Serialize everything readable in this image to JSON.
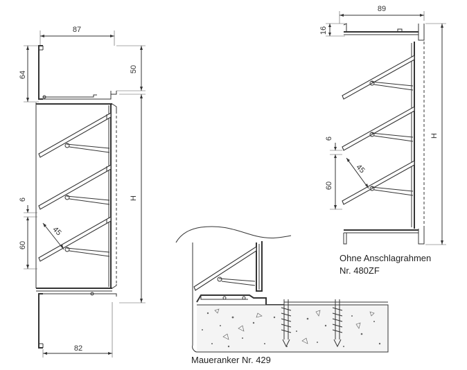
{
  "diagrams": {
    "left": {
      "top_width": "87",
      "top_height": "64",
      "frame_height": "50",
      "overall_height": "H",
      "gap": "6",
      "pitch": "60",
      "angle": "45",
      "bottom_width": "82"
    },
    "right": {
      "top_width": "89",
      "top_height": "16",
      "overall_height": "H",
      "gap": "6",
      "pitch": "60",
      "angle": "45",
      "caption_line1": "Ohne Anschlagrahmen",
      "caption_line2": "Nr. 480ZF"
    },
    "bottom": {
      "caption": "Maueranker Nr. 429"
    }
  },
  "colors": {
    "line": "#333333",
    "concrete": "#f4f4f4",
    "background": "#ffffff"
  }
}
